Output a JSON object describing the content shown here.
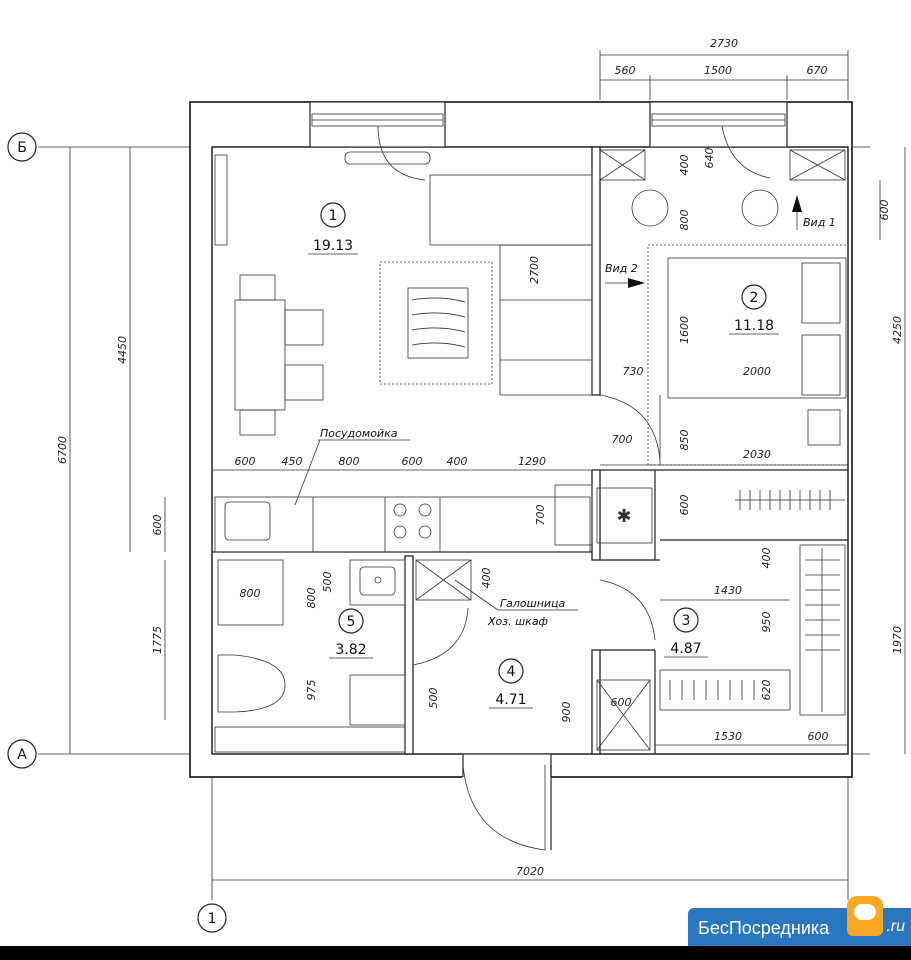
{
  "axes": {
    "top": "Б",
    "bottom": "А",
    "left_col": "1"
  },
  "rooms": [
    {
      "number": "1",
      "area": "19.13"
    },
    {
      "number": "2",
      "area": "11.18"
    },
    {
      "number": "3",
      "area": "4.87"
    },
    {
      "number": "4",
      "area": "4.71"
    },
    {
      "number": "5",
      "area": "3.82"
    }
  ],
  "labels": {
    "dishwasher": "Посудомойка",
    "shoe_cabinet": "Галошница",
    "utility_cabinet": "Хоз. шкаф",
    "view1": "Вид 1",
    "view2": "Вид 2"
  },
  "dims": {
    "top_total": "2730",
    "top_a": "560",
    "top_b": "1500",
    "top_c": "670",
    "bottom_total": "7020",
    "left_total": "6700",
    "left_upper": "4450",
    "left_lower": "1775",
    "left_counter": "600",
    "right_upper": "4250",
    "right_lower": "1970",
    "right_small": "600",
    "kitchen_600a": "600",
    "kitchen_450": "450",
    "kitchen_800": "800",
    "kitchen_600b": "600",
    "kitchen_400": "400",
    "kitchen_1290": "1290",
    "sofa_2700": "2700",
    "r2_400": "400",
    "r2_640": "640",
    "r2_800": "800",
    "r2_1600": "1600",
    "r2_730": "730",
    "r2_2000": "2000",
    "r2_700": "700",
    "r2_850": "850",
    "r2_2030": "2030",
    "r2_600": "600",
    "fridge_700": "700",
    "r3_400": "400",
    "r3_1430": "1430",
    "r3_950": "950",
    "r3_620": "620",
    "r3_1530": "1530",
    "r3_600": "600",
    "hall_900": "900",
    "hall_600": "600",
    "bath_800a": "800",
    "bath_800b": "800",
    "bath_500": "500",
    "bath_975": "975",
    "bath_400": "400",
    "bath_500b": "500"
  },
  "brand": {
    "name": "БесПосредника",
    "suffix": ".ru"
  }
}
